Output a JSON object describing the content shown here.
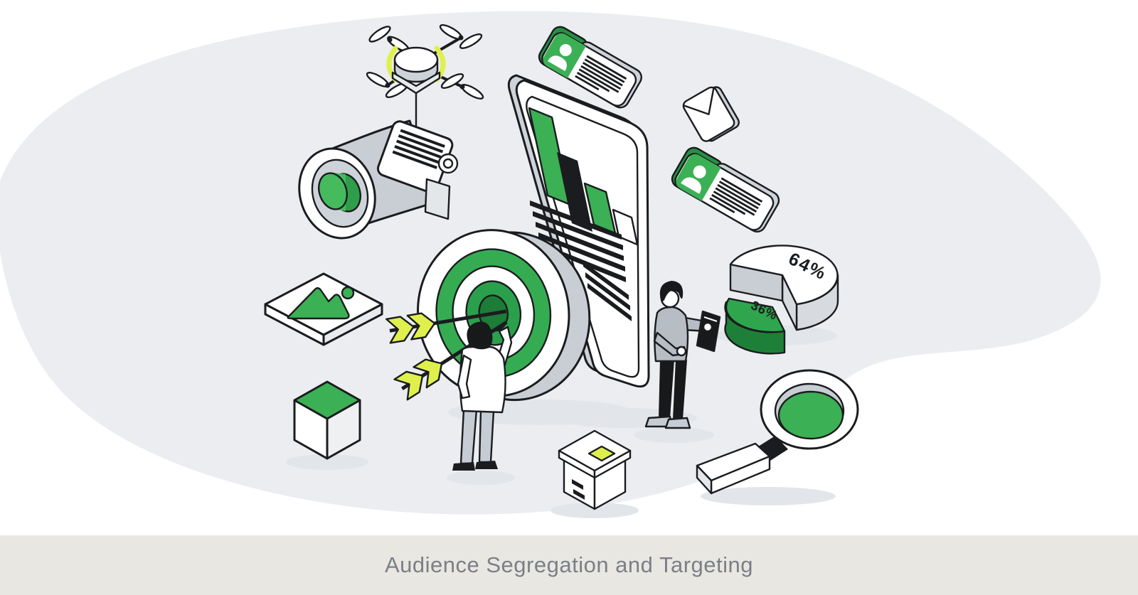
{
  "caption": {
    "text": "Audience Segregation and Targeting"
  },
  "chart_data": {
    "type": "pie",
    "labels": [
      "64%",
      "36%"
    ],
    "values": [
      64,
      36
    ],
    "colors": [
      "#ffffff",
      "#2fa54e"
    ],
    "legend_position": "on-slice"
  },
  "illustration": {
    "pie_chart": {
      "slices": [
        {
          "label": "64%",
          "value": 64,
          "color": "#ffffff"
        },
        {
          "label": "36%",
          "value": 36,
          "color": "#2fa54e"
        }
      ]
    },
    "elements": [
      "drone",
      "megaphone",
      "profile-card",
      "envelope",
      "profile-card",
      "smartphone-with-bar-chart",
      "dartboard-target",
      "arrows",
      "image-tile",
      "green-cube",
      "ballot-box",
      "magnifying-glass",
      "pie-chart",
      "person-pointing-at-target",
      "person-holding-tablet"
    ],
    "colors": {
      "background_blob": "#ebedf0",
      "caption_band": "#e9e7e2",
      "caption_text": "#7b7f86",
      "accent_green": "#3cb054",
      "accent_green_mid": "#2fa54e",
      "accent_green_dark": "#1d7c38",
      "accent_lime": "#dff04d",
      "outline": "#1a1c1f",
      "edge_gray": "#ced3d9"
    }
  }
}
